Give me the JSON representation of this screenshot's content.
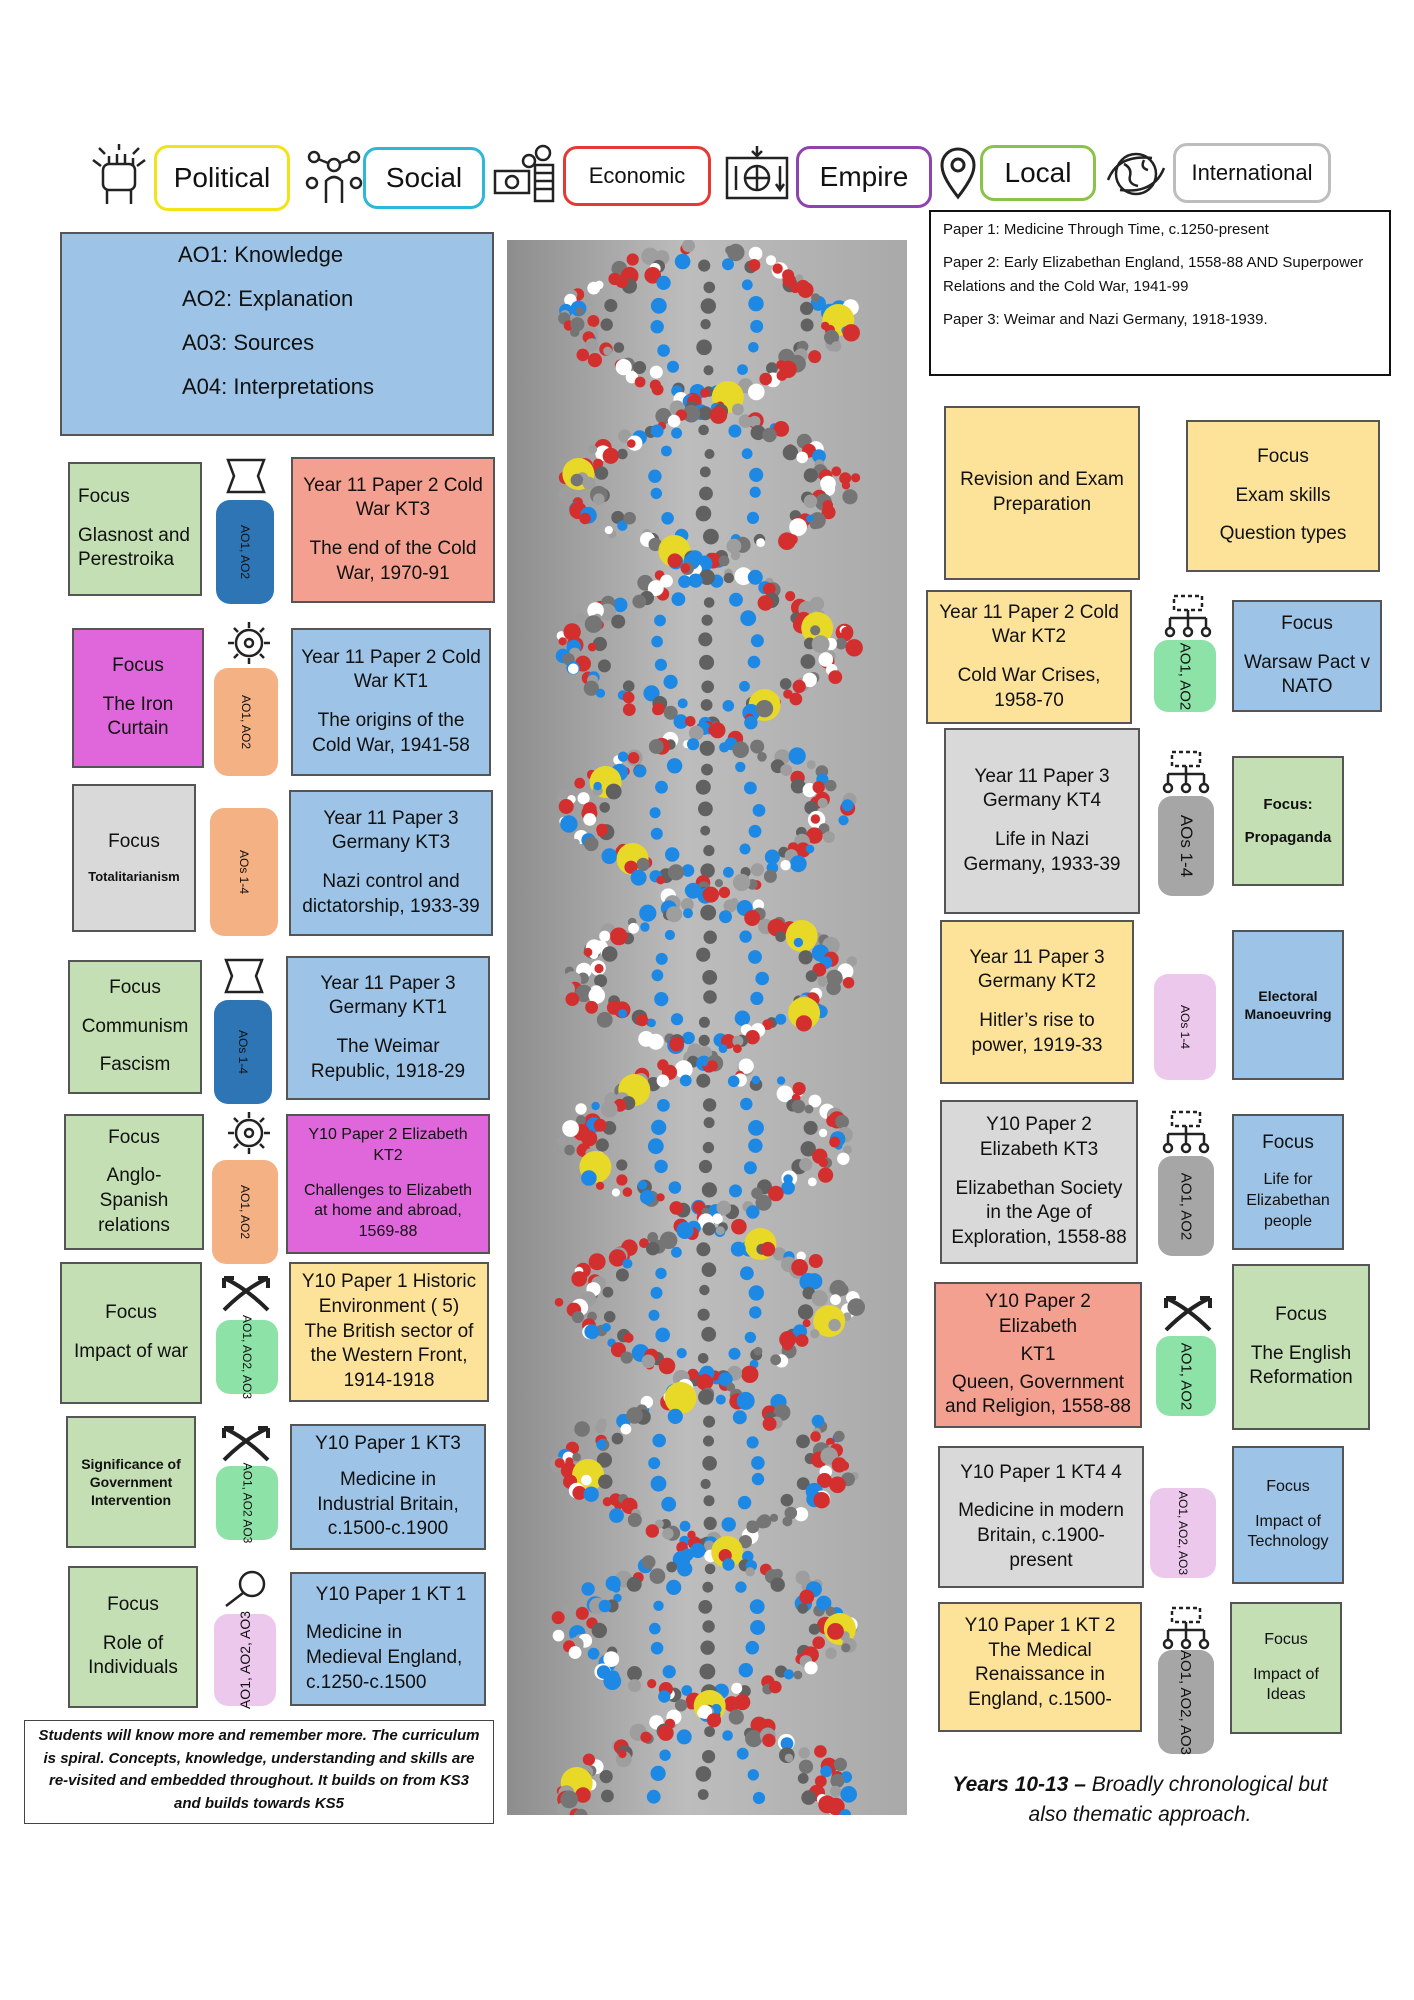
{
  "key": [
    {
      "label": "Political",
      "color": "#f2e318",
      "icon": "fist-icon"
    },
    {
      "label": "Social",
      "color": "#2db7d9",
      "icon": "people-network-icon"
    },
    {
      "label": "Economic",
      "color": "#e53935",
      "icon": "money-icon"
    },
    {
      "label": "Empire",
      "color": "#8e44ad",
      "icon": "globe-arrows-icon"
    },
    {
      "label": "Local",
      "color": "#8bc34a",
      "icon": "location-pin-icon"
    },
    {
      "label": "International",
      "color": "#9e9e9e",
      "icon": "world-icon"
    }
  ],
  "assessment_objectives": [
    "AO1: Knowledge",
    "AO2: Explanation",
    "A03: Sources",
    "A04: Interpretations"
  ],
  "papers": [
    "Paper 1: Medicine Through Time, c.1250-present",
    "Paper 2: Early Elizabethan England, 1558-88 AND Superpower Relations and the Cold War, 1941-99",
    "Paper 3: Weimar and Nazi Germany, 1918-1939."
  ],
  "left_column": [
    {
      "focus": [
        "Focus",
        "Glasnost and Perestroika"
      ],
      "ao": "AO1, AO2",
      "topic": [
        "Year 11 Paper 2 Cold War KT3",
        "The end of the Cold War, 1970-91"
      ]
    },
    {
      "focus": [
        "Focus",
        "The Iron Curtain"
      ],
      "ao": "AO1, AO2",
      "topic": [
        "Year 11 Paper 2 Cold War KT1",
        "The origins of the Cold War, 1941-58"
      ]
    },
    {
      "focus": [
        "Focus",
        "Totalitarianism"
      ],
      "ao": "AOs 1-4",
      "topic": [
        "Year 11 Paper 3 Germany KT3",
        "Nazi control and dictatorship, 1933-39"
      ]
    },
    {
      "focus": [
        "Focus",
        "Communism",
        "Fascism"
      ],
      "ao": "AOs 1-4",
      "topic": [
        "Year 11 Paper 3 Germany KT1",
        "The Weimar Republic, 1918-29"
      ]
    },
    {
      "focus": [
        "Focus",
        "Anglo-Spanish relations"
      ],
      "ao": "AO1, AO2",
      "topic": [
        "Y10 Paper 2 Elizabeth KT2",
        "Challenges to Elizabeth at home and abroad, 1569-88"
      ]
    },
    {
      "focus": [
        "Focus",
        "Impact of war"
      ],
      "ao": "AO1, AO2, AO3",
      "topic": [
        "Y10 Paper 1 Historic Environment ( 5)",
        "The British sector of the Western Front, 1914-1918"
      ]
    },
    {
      "focus": [
        "Significance of Government Intervention"
      ],
      "ao": "AO1, AO2 AO3",
      "topic": [
        "Y10 Paper 1 KT3",
        "Medicine in Industrial Britain, c.1500-c.1900"
      ]
    },
    {
      "focus": [
        "Focus",
        "Role of Individuals"
      ],
      "ao": "AO1, AO2, AO3",
      "topic": [
        "Y10 Paper 1 KT 1",
        "Medicine in Medieval England, c.1250-c.1500"
      ]
    }
  ],
  "right_column": {
    "revision": "Revision and Exam Preparation",
    "exam_focus": [
      "Focus",
      "Exam skills",
      "Question types"
    ],
    "rows": [
      {
        "topic": [
          "Year 11 Paper 2 Cold War KT2",
          "Cold War Crises, 1958-70"
        ],
        "ao": "AO1, AO2",
        "focus": [
          "Focus",
          "Warsaw Pact v NATO"
        ]
      },
      {
        "topic": [
          "Year 11 Paper 3 Germany KT4",
          "Life in Nazi Germany, 1933-39"
        ],
        "ao": "AOs 1-4",
        "focus": [
          "Focus:",
          "Propaganda"
        ]
      },
      {
        "topic": [
          "Year 11 Paper 3 Germany KT2",
          "Hitler’s rise to power, 1919-33"
        ],
        "ao": "AOs 1-4",
        "focus": [
          "Electoral Manoeuvring"
        ]
      },
      {
        "topic": [
          "Y10 Paper 2 Elizabeth KT3",
          "Elizabethan Society in the Age of Exploration, 1558-88"
        ],
        "ao": "AO1, AO2",
        "focus": [
          "Focus",
          "Life for Elizabethan people"
        ]
      },
      {
        "topic": [
          "Y10 Paper 2 Elizabeth",
          "KT1",
          "Queen, Government and Religion, 1558-88"
        ],
        "ao": "AO1, AO2",
        "focus": [
          "Focus",
          "The English Reformation"
        ]
      },
      {
        "topic": [
          "Y10 Paper 1 KT4 4",
          "Medicine in modern Britain, c.1900-present"
        ],
        "ao": "AO1, AO2, AO3",
        "focus": [
          "Focus",
          "Impact of Technology"
        ]
      },
      {
        "topic": [
          "Y10 Paper 1 KT 2",
          "The Medical Renaissance in England, c.1500-"
        ],
        "ao": "AO1, AO2, AO3",
        "focus": [
          "Focus",
          "Impact of Ideas"
        ]
      }
    ]
  },
  "bottom_note": "Students will know more and remember more. The curriculum is spiral. Concepts, knowledge, understanding and skills are re-visited and embedded throughout. It builds on from KS3 and builds towards KS5",
  "approach": {
    "bold": "Years 10-13 –",
    "rest": " Broadly chronological but also thematic approach."
  }
}
